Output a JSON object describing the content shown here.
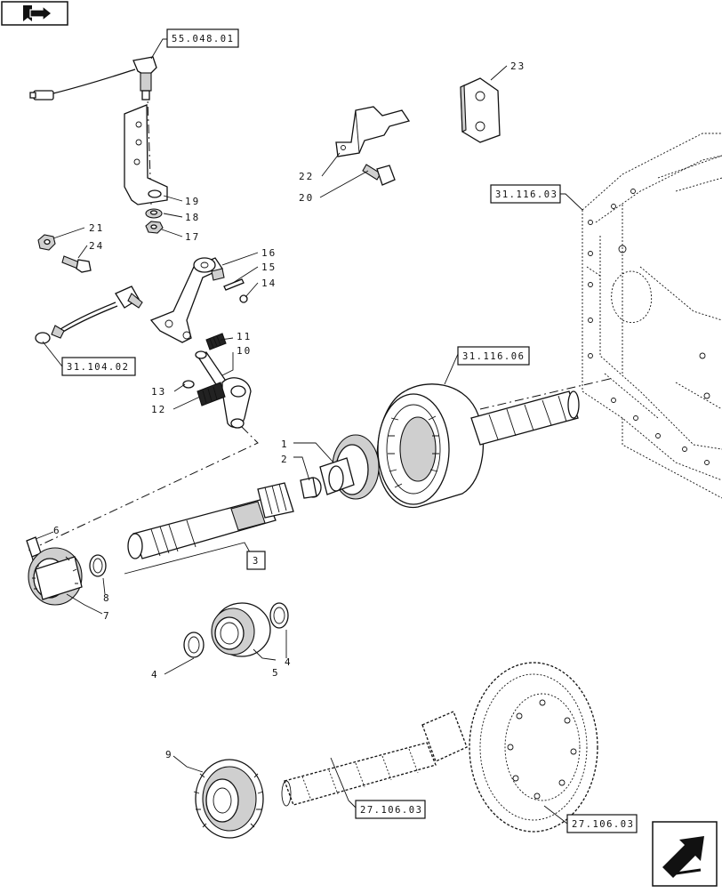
{
  "nav": {
    "top_icon": "bookmark-arrow-icon",
    "bottom_icon": "next-page-arrow-icon"
  },
  "references": {
    "r1": "55.048.01",
    "r2": "31.116.03",
    "r3": "31.104.02",
    "r4": "31.116.06",
    "r5": "27.106.03",
    "r6": "27.106.03",
    "r7": "3"
  },
  "callouts": {
    "c1": "1",
    "c2": "2",
    "c4a": "4",
    "c4b": "4",
    "c5": "5",
    "c6": "6",
    "c7": "7",
    "c8": "8",
    "c9": "9",
    "c10": "10",
    "c11": "11",
    "c12": "12",
    "c13": "13",
    "c14": "14",
    "c15": "15",
    "c16": "16",
    "c17": "17",
    "c18": "18",
    "c19": "19",
    "c20": "20",
    "c21": "21",
    "c22": "22",
    "c23": "23",
    "c24": "24"
  }
}
